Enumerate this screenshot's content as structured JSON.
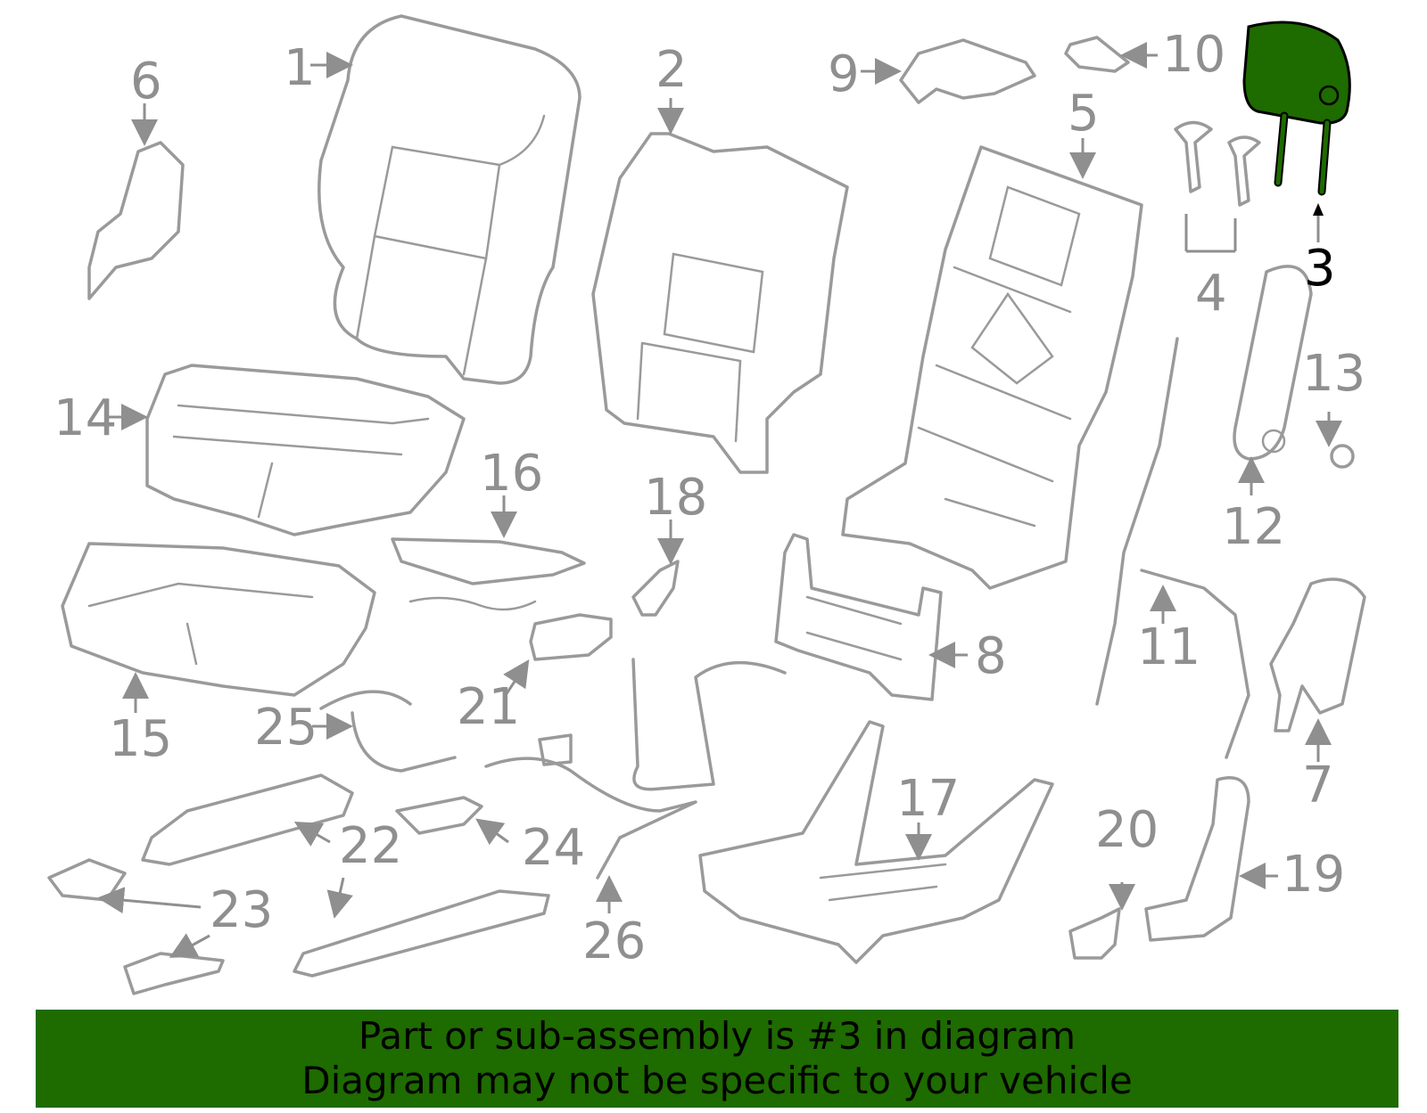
{
  "highlight_color": "#1e6b00",
  "highlighted_part": "3",
  "callouts": [
    "1",
    "2",
    "3",
    "4",
    "5",
    "6",
    "7",
    "8",
    "9",
    "10",
    "11",
    "12",
    "13",
    "14",
    "15",
    "16",
    "17",
    "18",
    "19",
    "20",
    "21",
    "22",
    "23",
    "24",
    "25",
    "26"
  ],
  "banner": {
    "line1": "Part or sub-assembly is #3 in diagram",
    "line2": "Diagram may not be specific to your vehicle"
  }
}
